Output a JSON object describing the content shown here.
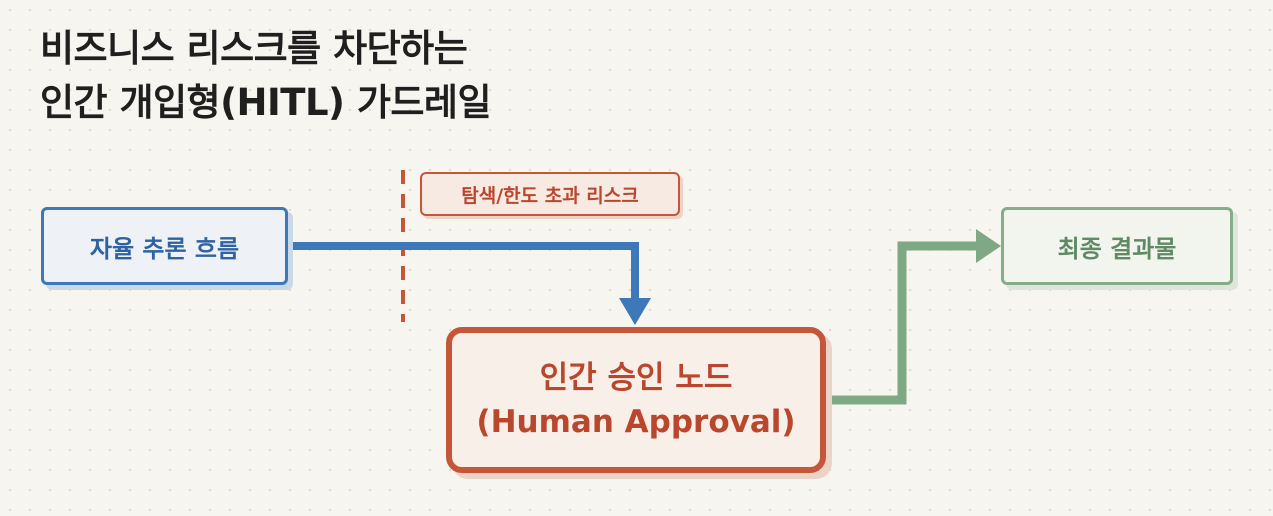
{
  "title": {
    "line1": "비즈니스 리스크를 차단하는",
    "line2": "인간 개입형(HITL) 가드레일"
  },
  "nodes": {
    "flow": "자율 추론 흐름",
    "approval_line1": "인간 승인 노드",
    "approval_line2": "(Human Approval)",
    "result": "최종 결과물"
  },
  "risk_label": "탐색/한도 초과 리스크",
  "colors": {
    "blue": "#3d78b8",
    "red": "#c4573a",
    "green": "#86ad8a"
  }
}
